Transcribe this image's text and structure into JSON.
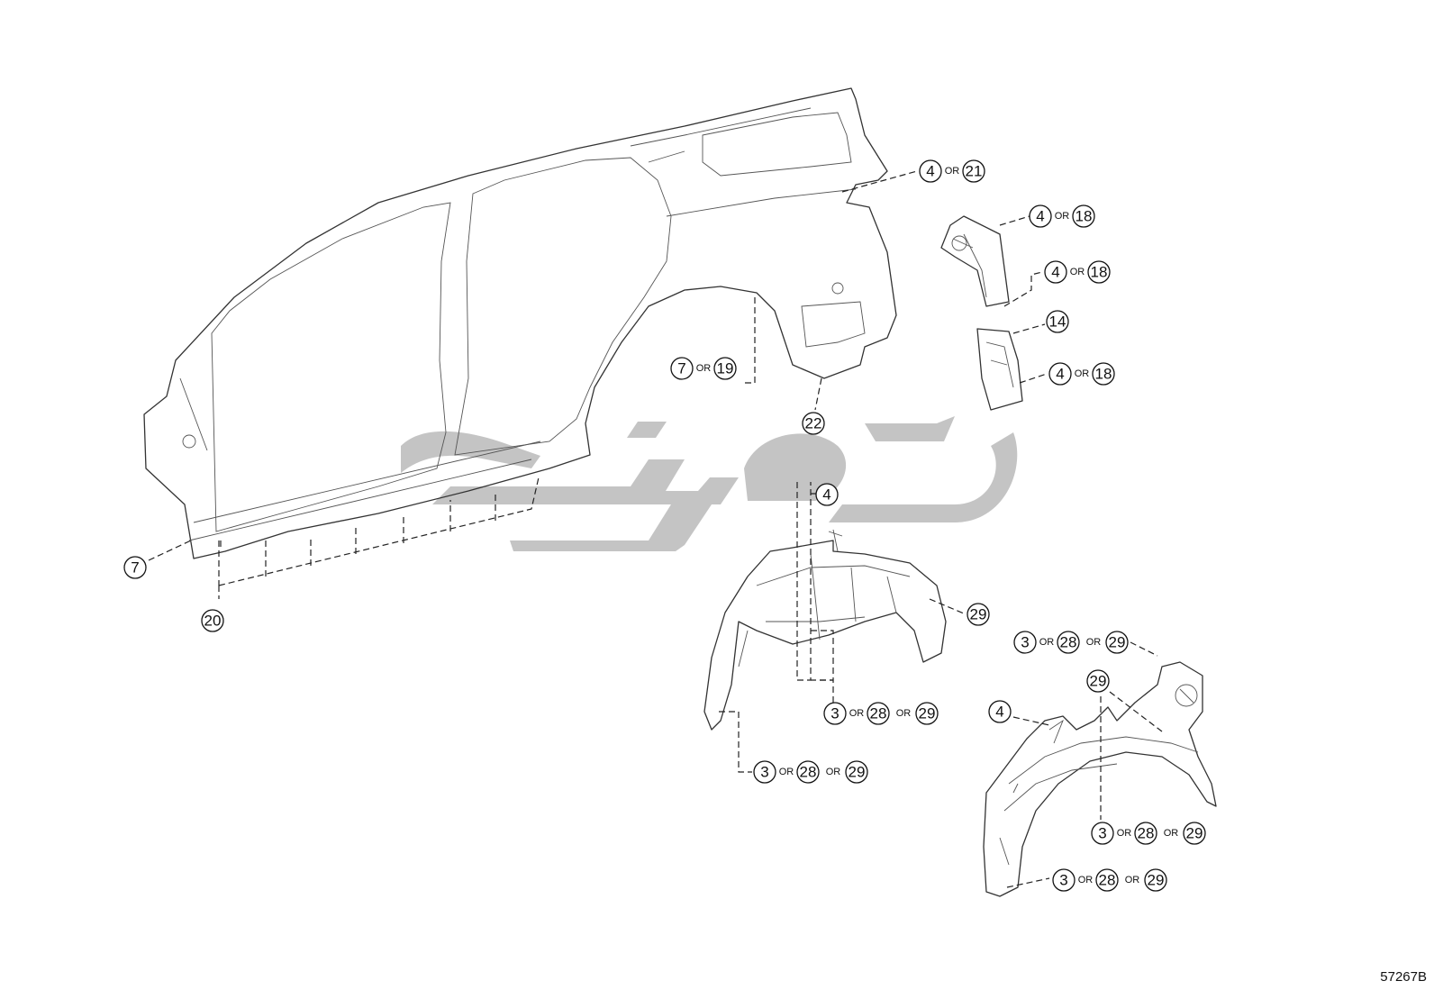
{
  "diagram_code": "57267B",
  "or_label": "OR",
  "callouts": [
    {
      "id": "c1",
      "values": [
        "4",
        "21"
      ]
    },
    {
      "id": "c2",
      "values": [
        "4",
        "18"
      ]
    },
    {
      "id": "c3",
      "values": [
        "4",
        "18"
      ]
    },
    {
      "id": "c4",
      "values": [
        "14"
      ]
    },
    {
      "id": "c5",
      "values": [
        "4",
        "18"
      ]
    },
    {
      "id": "c6",
      "values": [
        "7",
        "19"
      ]
    },
    {
      "id": "c7",
      "values": [
        "22"
      ]
    },
    {
      "id": "c8",
      "values": [
        "4"
      ]
    },
    {
      "id": "c9",
      "values": [
        "7"
      ]
    },
    {
      "id": "c10",
      "values": [
        "20"
      ]
    },
    {
      "id": "c11",
      "values": [
        "29"
      ]
    },
    {
      "id": "c12",
      "values": [
        "3",
        "28",
        "29"
      ]
    },
    {
      "id": "c13",
      "values": [
        "29"
      ]
    },
    {
      "id": "c14",
      "values": [
        "4"
      ]
    },
    {
      "id": "c15",
      "values": [
        "3",
        "28",
        "29"
      ]
    },
    {
      "id": "c16",
      "values": [
        "3",
        "28",
        "29"
      ]
    },
    {
      "id": "c17",
      "values": [
        "3",
        "28",
        "29"
      ]
    },
    {
      "id": "c18",
      "values": [
        "3",
        "28",
        "29"
      ]
    }
  ]
}
